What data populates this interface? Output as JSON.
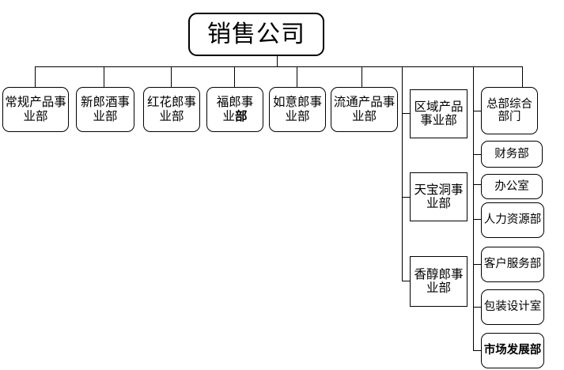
{
  "chart_data": {
    "type": "diagram",
    "diagram_type": "organization-chart",
    "title": "销售公司",
    "orientation": "top-down",
    "line_color": "#000000",
    "background_color": "#ffffff",
    "text_color": "#000000"
  },
  "root": {
    "label": "销售公司",
    "shape": "rounded-rectangle"
  },
  "divisions": [
    {
      "label": "常规产品事业部",
      "shape": "rounded-rectangle"
    },
    {
      "label": "新郎酒事业部",
      "shape": "rounded-rectangle"
    },
    {
      "label": "红花郎事业部",
      "shape": "rounded-rectangle"
    },
    {
      "label": "福郎事业部",
      "shape": "rounded-rectangle",
      "bold_suffix": "部"
    },
    {
      "label": "如意郎事业部",
      "shape": "rounded-rectangle"
    },
    {
      "label": "流通产品事业部",
      "shape": "rounded-rectangle"
    }
  ],
  "regional_divisions": [
    {
      "label": "区域产品事业部",
      "shape": "rectangle"
    },
    {
      "label": "天宝洞事业部",
      "shape": "rectangle"
    },
    {
      "label": "香醇郎事业部",
      "shape": "rectangle"
    }
  ],
  "headquarters": {
    "label": "总部综合部门",
    "shape": "rounded-rectangle",
    "departments": [
      {
        "label": "财务部",
        "shape": "rounded-rectangle"
      },
      {
        "label": "办公室",
        "shape": "rounded-rectangle"
      },
      {
        "label": "人力资源部",
        "shape": "rounded-rectangle"
      },
      {
        "label": "客户服务部",
        "shape": "rounded-rectangle"
      },
      {
        "label": "包装设计室",
        "shape": "rounded-rectangle"
      },
      {
        "label": "市场发展部",
        "shape": "rounded-rectangle",
        "bold": true
      }
    ]
  }
}
